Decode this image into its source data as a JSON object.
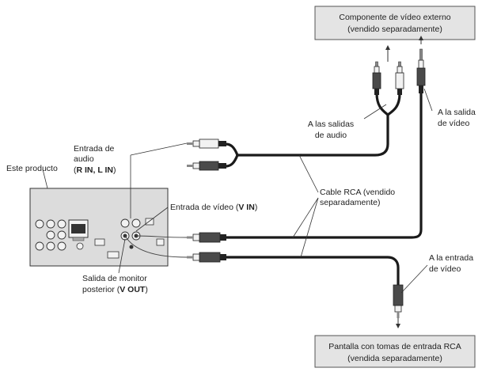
{
  "labels": {
    "external_component_line1": "Componente de vídeo externo",
    "external_component_line2": "(vendido separadamente)",
    "audio_outputs_line1": "A las salidas",
    "audio_outputs_line2": "de audio",
    "video_output_line1": "A la salida",
    "video_output_line2": "de vídeo",
    "audio_input_line1": "Entrada de",
    "audio_input_line2": "audio",
    "audio_input_line3_open": "(",
    "audio_input_r": "R IN",
    "audio_input_sep": ", ",
    "audio_input_l": "L IN",
    "audio_input_line3_close": ")",
    "this_product": "Este producto",
    "video_input_text": "Entrada de vídeo (",
    "video_input_code": "V IN",
    "video_input_close": ")",
    "rca_cable_line1": "Cable RCA (vendido",
    "rca_cable_line2": "separadamente)",
    "video_input_right_line1": "A la entrada",
    "video_input_right_line2": "de vídeo",
    "rear_monitor_line1": "Salida de monitor",
    "rear_monitor_line2_text": "posterior (",
    "rear_monitor_code": "V OUT",
    "rear_monitor_close": ")",
    "display_line1": "Pantalla con tomas de entrada RCA",
    "display_line2": "(vendida separadamente)"
  },
  "colors": {
    "box_fill": "#e4e4e4",
    "unit_fill": "#dcdcdc",
    "cable": "#1a1a1a",
    "plug_light": "#f2f2f2",
    "plug_dark": "#4a4a4a"
  }
}
